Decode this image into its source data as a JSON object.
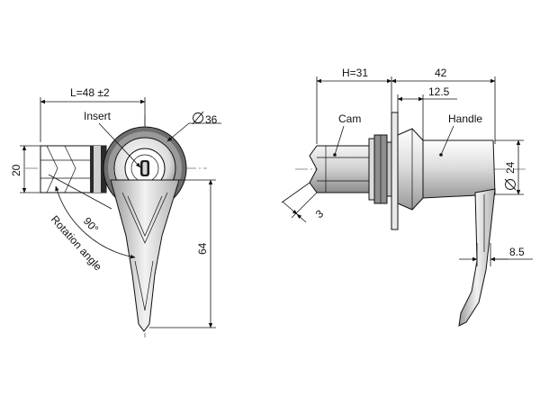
{
  "labels": {
    "left_width": "L=48 ±2",
    "insert": "Insert",
    "diameter_outer": "36",
    "height_20": "20",
    "angle": "90°",
    "rotation": "Rotation angle",
    "length_64": "64",
    "h31": "H=31",
    "dim42": "42",
    "dim12_5": "12.5",
    "cam": "Cam",
    "handle": "Handle",
    "diameter_handle": "24",
    "dim3": "3",
    "dim8_5": "8.5"
  },
  "colors": {
    "line": "#111111",
    "light_metal": "#e6e6e6",
    "mid_metal": "#c4c4c4",
    "dark_metal": "#7a7a7a",
    "highlight": "#fafafa"
  }
}
